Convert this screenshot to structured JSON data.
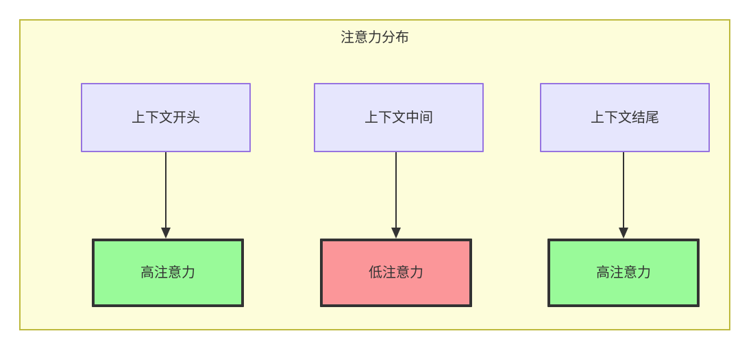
{
  "diagram": {
    "title": "注意力分布",
    "background_color": "#fdfdda",
    "border_color": "#bdb93d",
    "page_background": "#ffffff",
    "source_node_fill": "#e6e6fd",
    "source_node_border": "#9673e0",
    "high_attention_fill": "#99fa99",
    "low_attention_fill": "#fb9699",
    "target_node_border": "#333333",
    "text_color": "#333333",
    "edge_color": "#333333",
    "columns": [
      {
        "source": {
          "label": "上下文开头"
        },
        "target": {
          "label": "高注意力",
          "state": "high"
        },
        "edge": {
          "kind": "arrow-down"
        }
      },
      {
        "source": {
          "label": "上下文中间"
        },
        "target": {
          "label": "低注意力",
          "state": "low"
        },
        "edge": {
          "kind": "arrow-down"
        }
      },
      {
        "source": {
          "label": "上下文结尾"
        },
        "target": {
          "label": "高注意力",
          "state": "high"
        },
        "edge": {
          "kind": "arrow-down"
        }
      }
    ]
  }
}
